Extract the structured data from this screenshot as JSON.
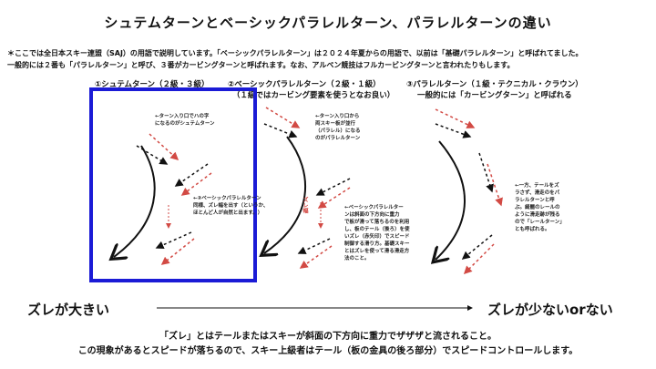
{
  "title": "シュテムターンとベーシックパラレルターン、パラレルターンの違い",
  "intro": {
    "line1": "＊ここでは全日本スキー連盟（SAJ）の用語で説明しています。「ベーシックパラレルターン」は２０２４年夏からの用語で、以前は「基礎パラレルターン」と呼ばれてました。",
    "line2": "一般的には２番も「パラレルターン」と呼び、３番がカービングターンと呼ばれます。なお、アルペン競技はフルカービングターンと言われたりもします。"
  },
  "columns": [
    {
      "heading": "①シュテムターン（２級・３級）",
      "note1": "←ターン入り口でハの字\nになるのがシュテムターン",
      "note2": "←②ベーシックパラレルターン\n同様、ズレ幅を出す（というか、\nほとんど人が自然と出ます。）"
    },
    {
      "heading": "②ベーシックパラレルターン（２級・１級）",
      "subheading": "（１級ではカービング要素を使うとなお良い）",
      "note1": "←ターン入り口から\n両スキー板が並行\n（パラレル）になる\nのがパラレルターン",
      "note2": "←ベーシックパラレルター\nンは斜面の下方向に重力\nで板が滑って落ちるのを利用\nし、板のテール（後ろ）を使\nいズレ（赤矢印）でスピード\n制御する滑り方。基礎スキー\nとはズレを使って滑る滑走方\n法のこと。",
      "red_label": "ズレ幅"
    },
    {
      "heading": "③パラレルターン（１級・テクニカル・クラウン）",
      "subheading": "一般的には「カービングターン」と呼ばれる",
      "note1": "←一方、テールをズ\nラさず、滑走のをパ\nラレルターンと呼\nぶ。綺麗のレールの\nように滑走跡が残る\nので「レールターン」\nとも呼ばれる。"
    }
  ],
  "scale": {
    "left_label": "ズレが大きい",
    "right_label": "ズレが少ないorない"
  },
  "footer": {
    "line1": "「ズレ」とはテールまたはスキーが斜面の下方向に重力でザザザと流されること。",
    "line2": "この現象があるとスピードが落ちるので、スキー上級者はテール（板の金具の後ろ部分）でスピードコントロールします。"
  },
  "colors": {
    "frame": "#1b1bd6",
    "red_arrow": "#d24a44",
    "black_arrow": "#111111"
  }
}
